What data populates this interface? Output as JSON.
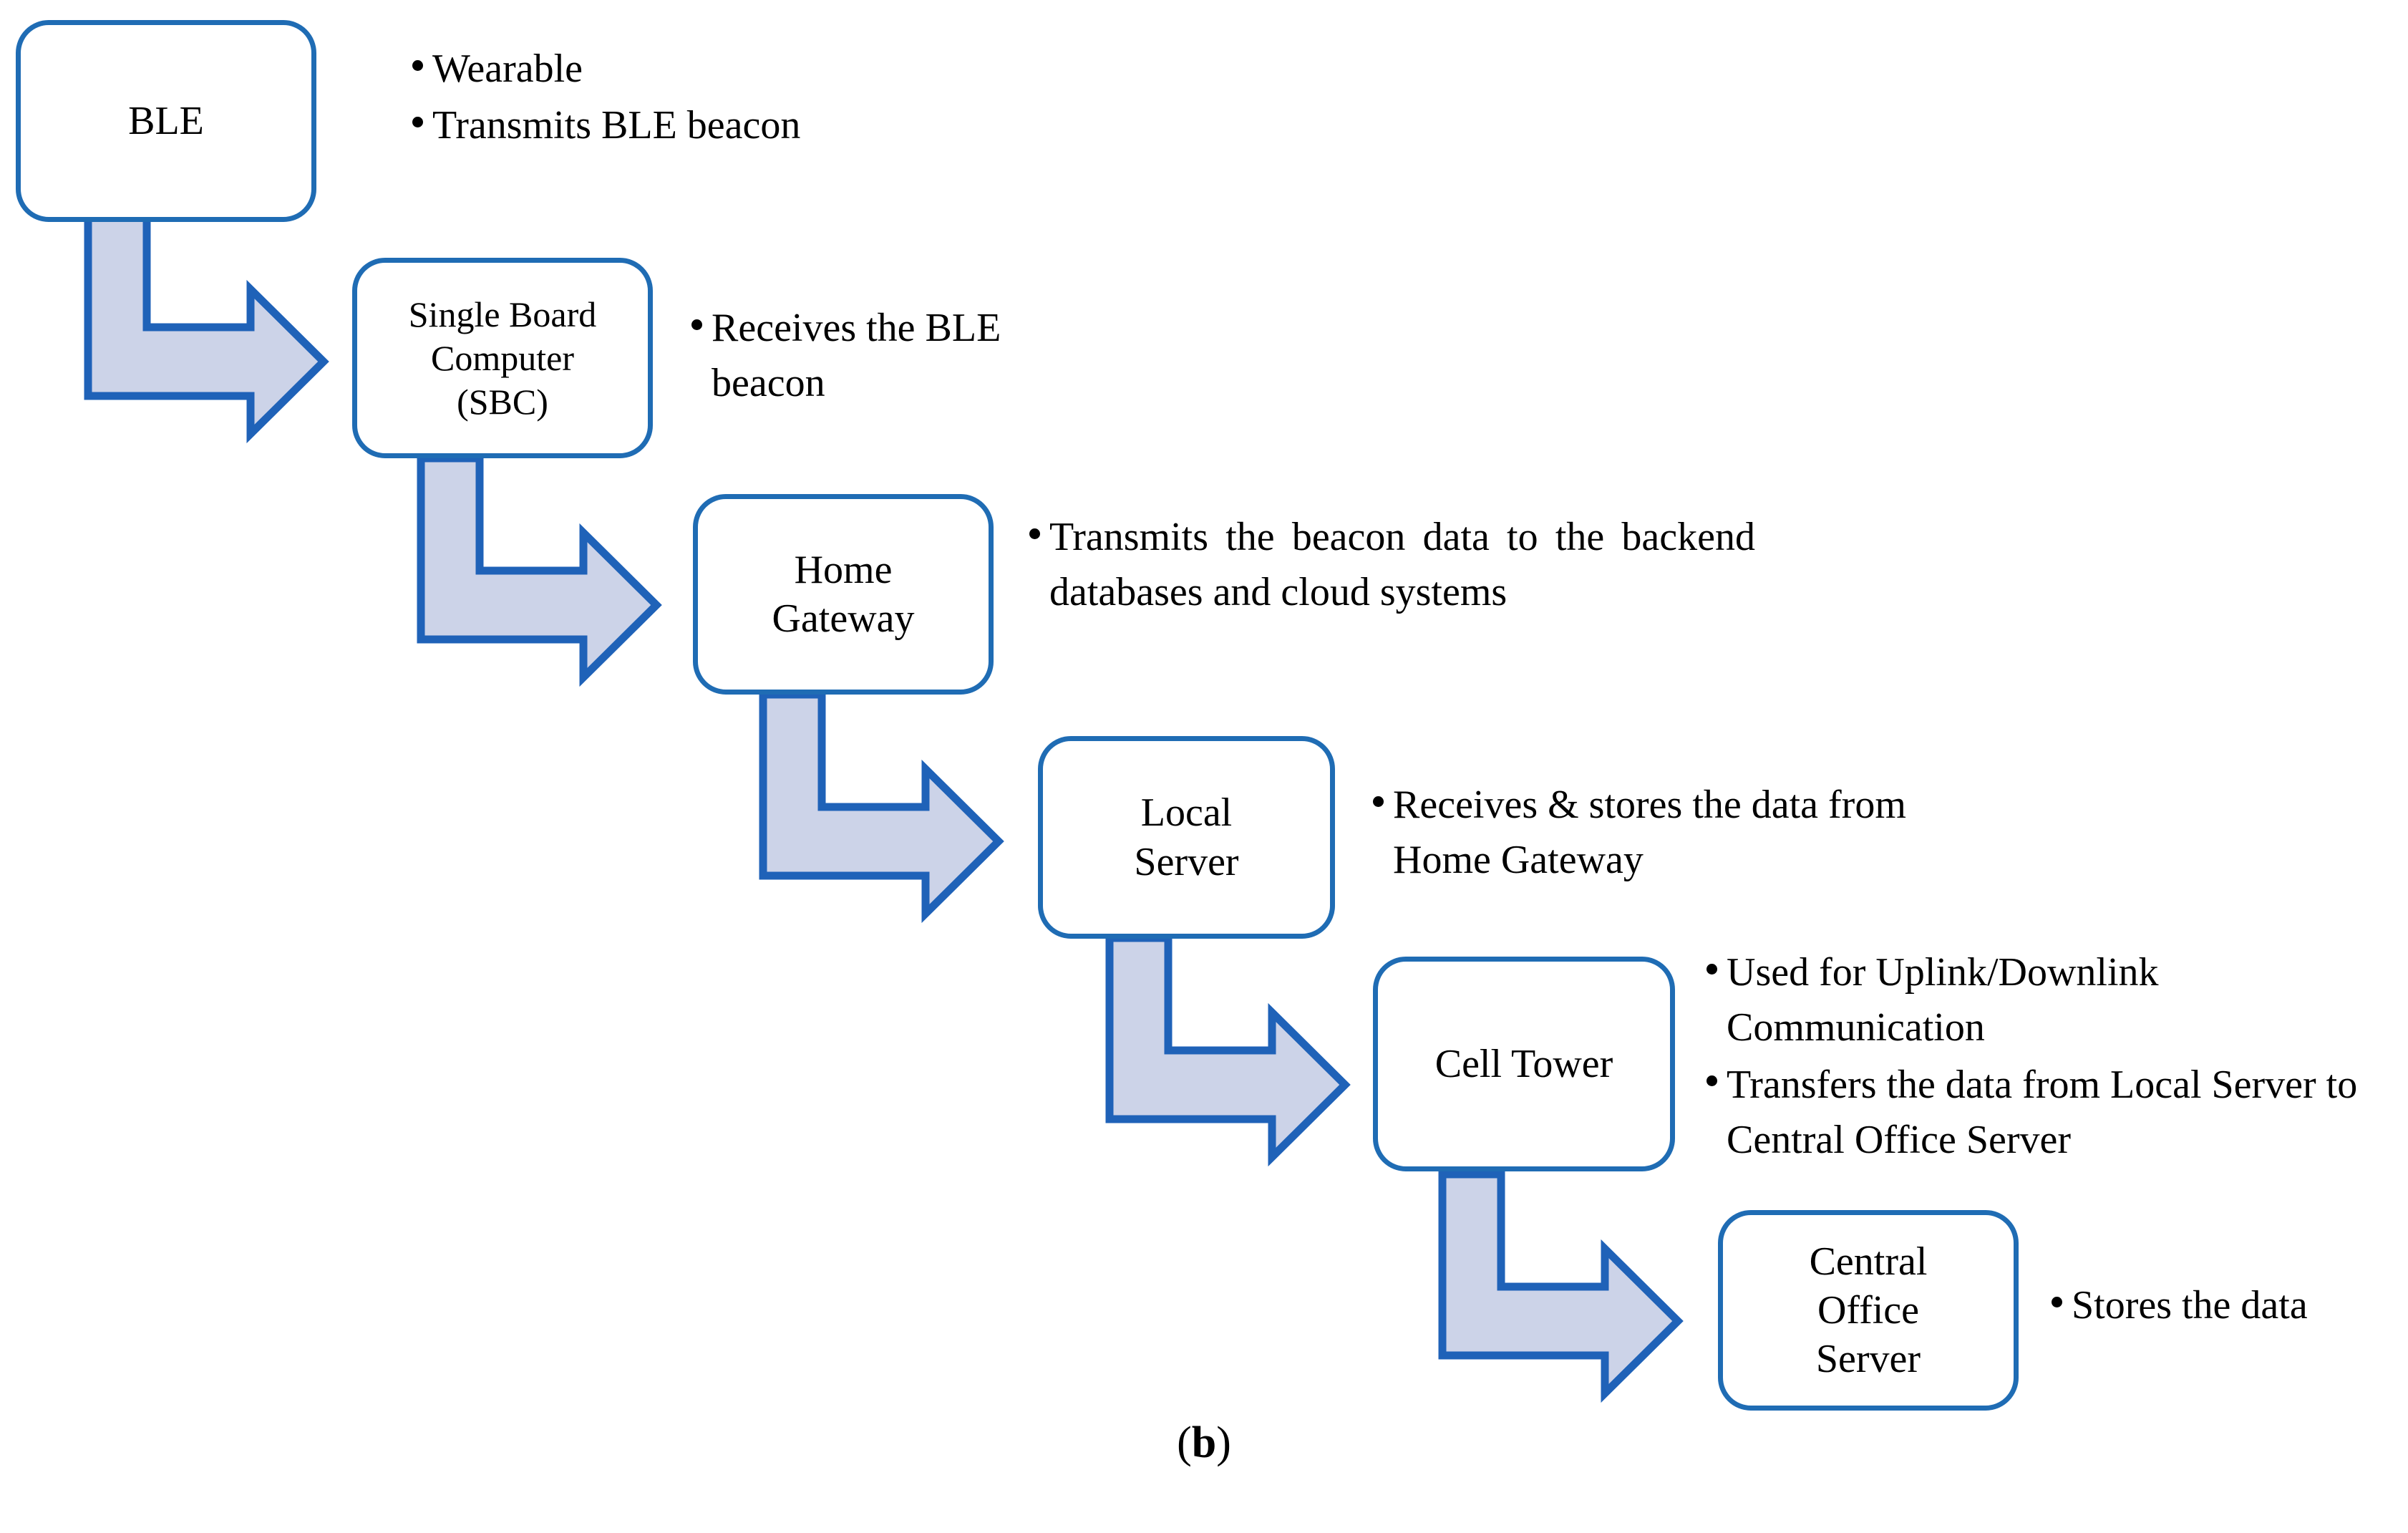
{
  "figure": {
    "caption_open": "(",
    "caption_letter": "b",
    "caption_close": ")"
  },
  "colors": {
    "box_border": "#1f6cb4",
    "box_fill": "#ffffff",
    "arrow_fill": "#ccd3e8",
    "arrow_stroke": "#1f62b8",
    "text": "#000000",
    "background": "#ffffff"
  },
  "nodes": [
    {
      "id": "ble",
      "label": "BLE"
    },
    {
      "id": "single-board-computer",
      "label": "Single Board\nComputer\n(SBC)"
    },
    {
      "id": "home-gateway",
      "label": "Home\nGateway"
    },
    {
      "id": "local-server",
      "label": "Local\nServer"
    },
    {
      "id": "cell-tower",
      "label": "Cell Tower"
    },
    {
      "id": "central-office-server",
      "label": "Central\nOffice\nServer"
    }
  ],
  "annotations": {
    "ble": [
      "Wearable",
      "Transmits BLE beacon"
    ],
    "single_board_computer": [
      "Receives the BLE beacon"
    ],
    "home_gateway": [
      "Transmits the beacon data to the backend databases and cloud systems"
    ],
    "local_server": [
      "Receives  & stores the data from Home Gateway"
    ],
    "cell_tower": [
      "Used for Uplink/Downlink Communication",
      "Transfers the data from Local Server to Central Office Server"
    ],
    "central_office_server": [
      "Stores the data"
    ]
  },
  "connectors": [
    {
      "id": "ble-to-sbc",
      "from": "BLE",
      "to": "Single Board Computer (SBC)",
      "shape": "elbow-down-right-arrow"
    },
    {
      "id": "sbc-to-home-gateway",
      "from": "Single Board Computer (SBC)",
      "to": "Home Gateway",
      "shape": "elbow-down-right-arrow"
    },
    {
      "id": "home-gateway-to-local-server",
      "from": "Home Gateway",
      "to": "Local Server",
      "shape": "elbow-down-right-arrow"
    },
    {
      "id": "local-server-to-cell-tower",
      "from": "Local Server",
      "to": "Cell Tower",
      "shape": "elbow-down-right-arrow"
    },
    {
      "id": "cell-tower-to-central-office",
      "from": "Cell Tower",
      "to": "Central Office Server",
      "shape": "elbow-down-right-arrow"
    }
  ]
}
